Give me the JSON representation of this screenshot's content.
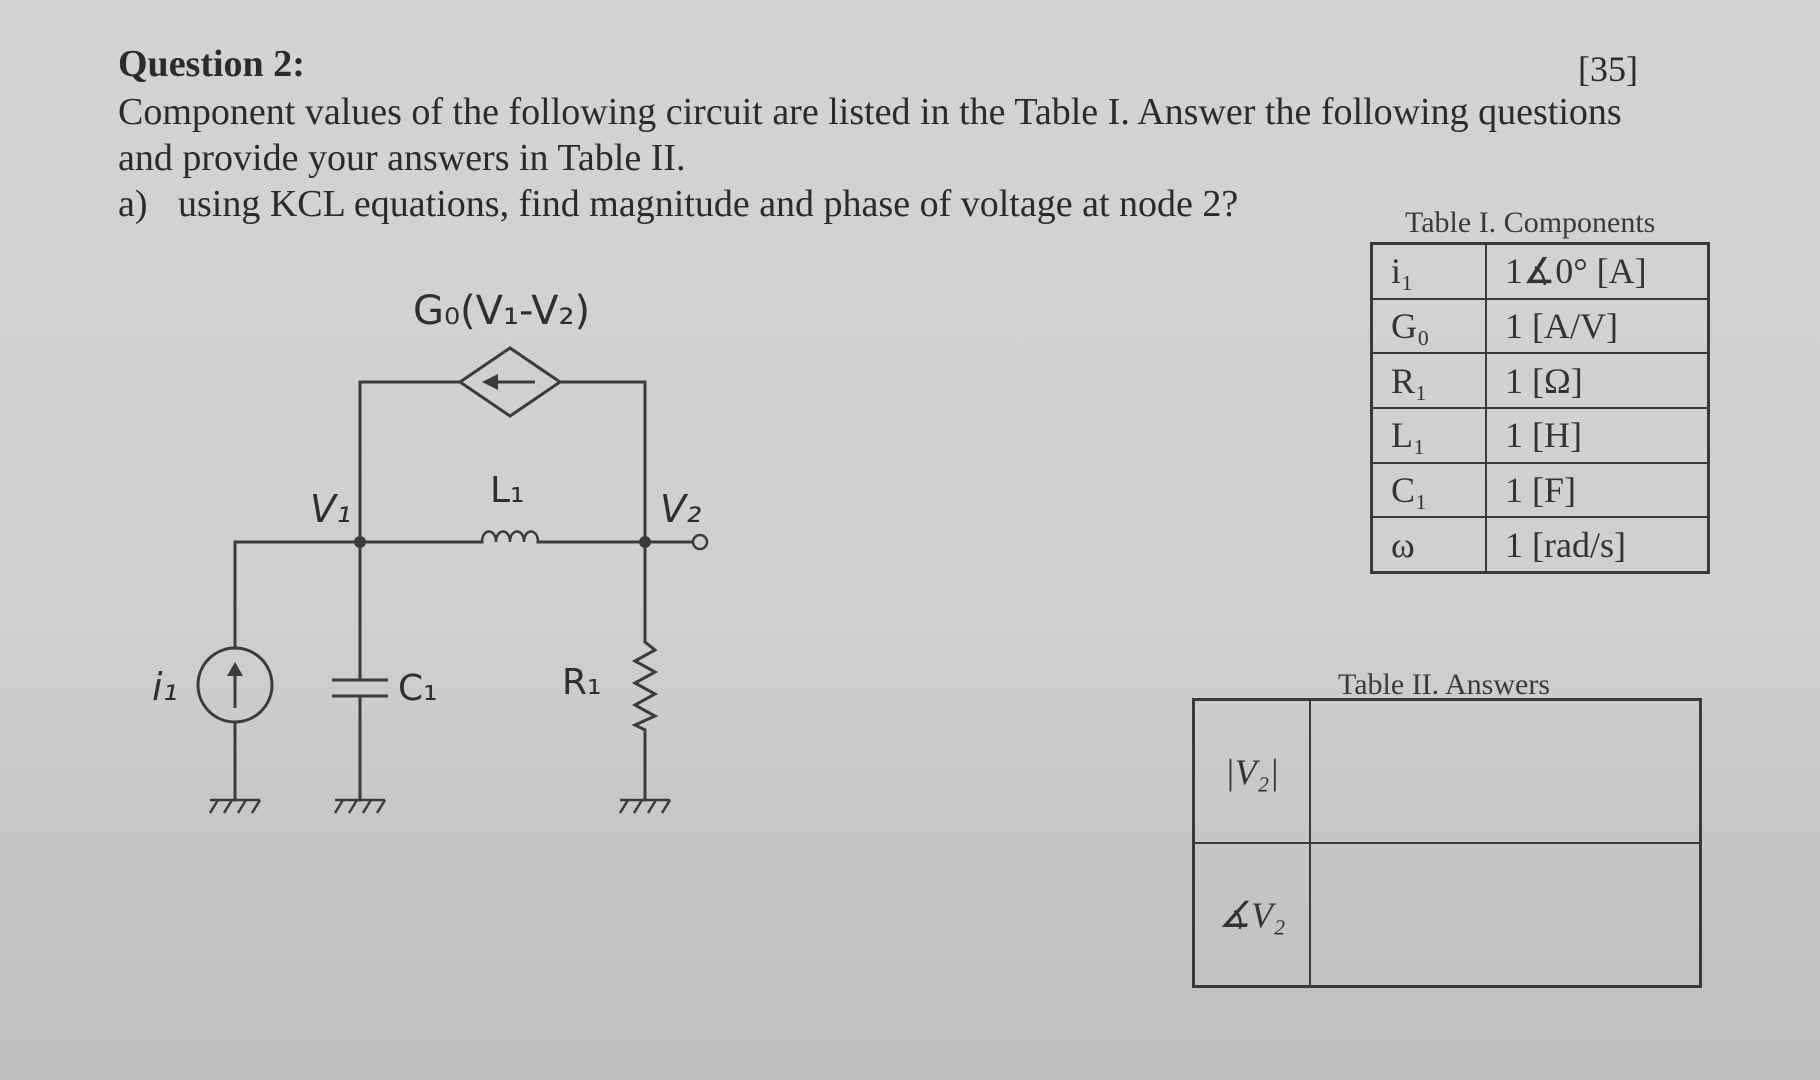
{
  "question": {
    "title": "Question 2:",
    "points": "[35]",
    "line1": "Component values of the following circuit are listed in the Table I. Answer the following questions",
    "line2": "and provide your answers in Table II.",
    "part_a_label": "a)",
    "part_a_text": "using KCL equations, find magnitude and phase of voltage at node 2?"
  },
  "circuit": {
    "dependent_source": "G₀(V₁-V₂)",
    "node1": "V₁",
    "node2": "V₂",
    "inductor": "L₁",
    "capacitor": "C₁",
    "resistor": "R₁",
    "source": "i₁"
  },
  "table1": {
    "caption": "Table I. Components",
    "rows": [
      {
        "symbol": "i₁",
        "value": "1∡0° [A]"
      },
      {
        "symbol": "G₀",
        "value": "1 [A/V]"
      },
      {
        "symbol": "R₁",
        "value": "1 [Ω]"
      },
      {
        "symbol": "L₁",
        "value": "1 [H]"
      },
      {
        "symbol": "C₁",
        "value": "1 [F]"
      },
      {
        "symbol": "ω",
        "value": "1 [rad/s]"
      }
    ]
  },
  "table2": {
    "caption": "Table II. Answers",
    "rows": [
      {
        "symbol": "|V₂|",
        "value": ""
      },
      {
        "symbol": "∡V₂",
        "value": ""
      }
    ]
  }
}
